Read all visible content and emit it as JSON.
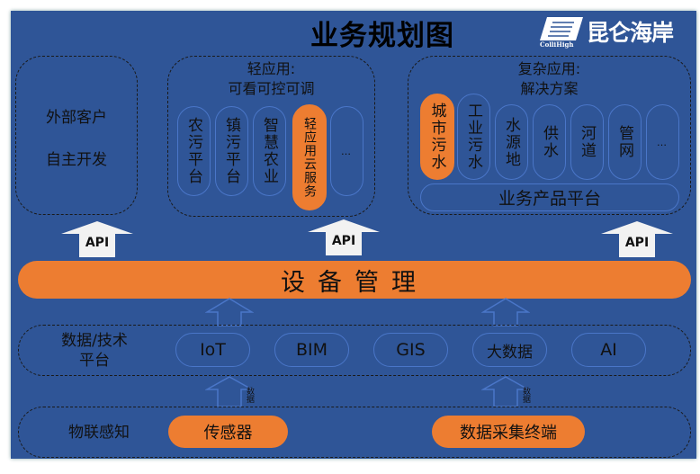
{
  "title": "业务规划图",
  "logo": {
    "name": "昆仑海岸",
    "sub": "ColliHigh"
  },
  "external": {
    "line1": "外部客户",
    "line2": "自主开发"
  },
  "light_apps": {
    "header1": "轻应用:",
    "header2": "可看可控可调",
    "items": [
      "农污平台",
      "镇污平台",
      "智慧农业",
      "轻应用云服务",
      "…"
    ],
    "highlight_index": 3
  },
  "complex_apps": {
    "header1": "复杂应用:",
    "header2": "解决方案",
    "items": [
      "城市污水",
      "工业污水",
      "水源地",
      "供水",
      "河道",
      "管网",
      "…"
    ],
    "highlight_index": 0,
    "platform": "业务产品平台"
  },
  "api_label": "API",
  "device_mgmt": "设备管理",
  "tech_platform": {
    "label1": "数据/技术",
    "label2": "平台",
    "items": [
      "IoT",
      "BIM",
      "GIS",
      "大数据",
      "AI"
    ]
  },
  "data_arrow_label": "数据",
  "iot_layer": {
    "label": "物联感知",
    "items": [
      "传感器",
      "数据采集终端"
    ]
  },
  "colors": {
    "background": "#2f5597",
    "accent": "#ed7d31"
  }
}
